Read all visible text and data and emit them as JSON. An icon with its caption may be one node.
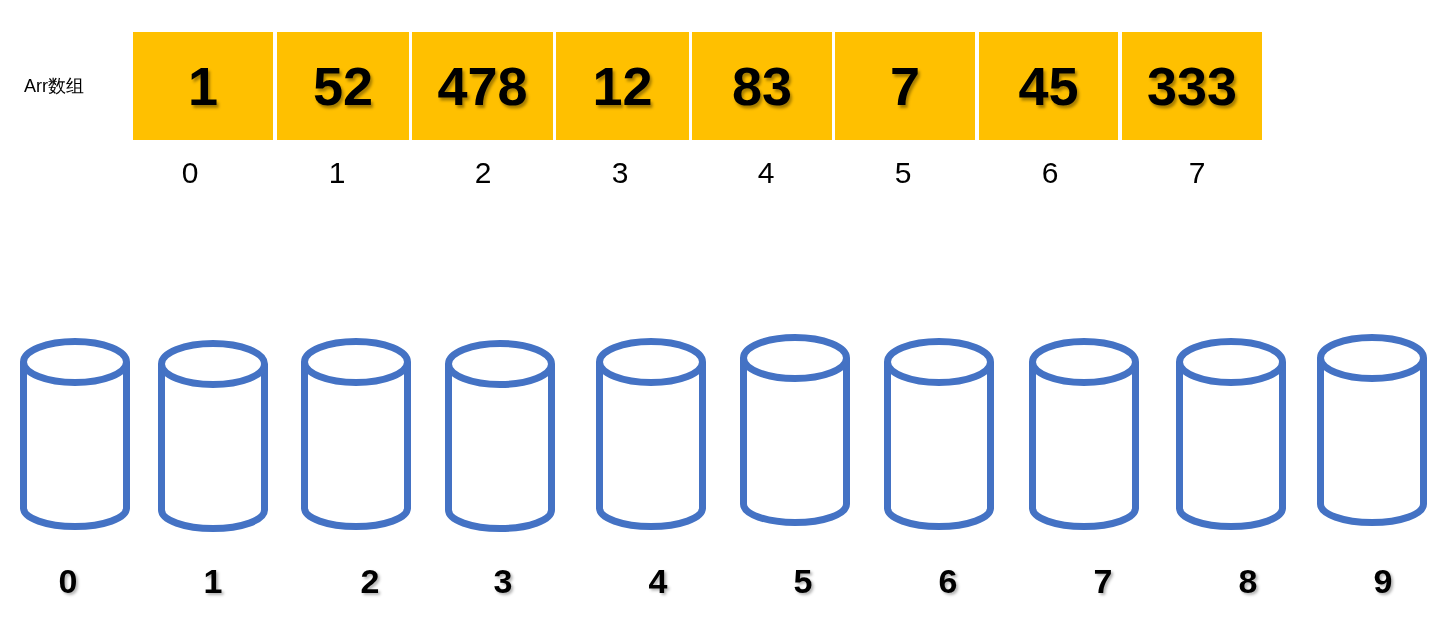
{
  "diagram": {
    "nodes": [
      {
        "text": [
          "1"
        ],
        "beside": [
          "0"
        ]
      },
      {
        "text": [
          "52"
        ],
        "beside": [
          "1"
        ]
      },
      {
        "text": [
          "478"
        ],
        "beside": [
          "2"
        ]
      },
      {
        "text": [
          "12"
        ],
        "beside": [
          "3"
        ]
      },
      {
        "text": [
          "83"
        ],
        "beside": [
          "4"
        ]
      },
      {
        "text": [
          "7"
        ],
        "beside": [
          "5"
        ]
      },
      {
        "text": [
          "45"
        ],
        "beside": [
          "6"
        ]
      },
      {
        "text": [
          "333"
        ],
        "beside": [
          "7"
        ]
      },
      {
        "text": [],
        "shape": "cylinder",
        "beside": [
          "0"
        ]
      },
      {
        "text": [],
        "shape": "cylinder",
        "beside": [
          "1"
        ]
      },
      {
        "text": [],
        "shape": "cylinder",
        "beside": [
          "2"
        ]
      },
      {
        "text": [],
        "shape": "cylinder",
        "beside": [
          "3"
        ]
      },
      {
        "text": [],
        "shape": "cylinder",
        "beside": [
          "4"
        ]
      },
      {
        "text": [],
        "shape": "cylinder",
        "beside": [
          "5"
        ]
      },
      {
        "text": [],
        "shape": "cylinder",
        "beside": [
          "6"
        ]
      },
      {
        "text": [],
        "shape": "cylinder",
        "beside": [
          "7"
        ]
      },
      {
        "text": [],
        "shape": "cylinder",
        "beside": [
          "8"
        ]
      },
      {
        "text": [],
        "shape": "cylinder",
        "beside": [
          "9"
        ]
      }
    ],
    "edges": [],
    "labels": [
      "Arr数组"
    ]
  }
}
